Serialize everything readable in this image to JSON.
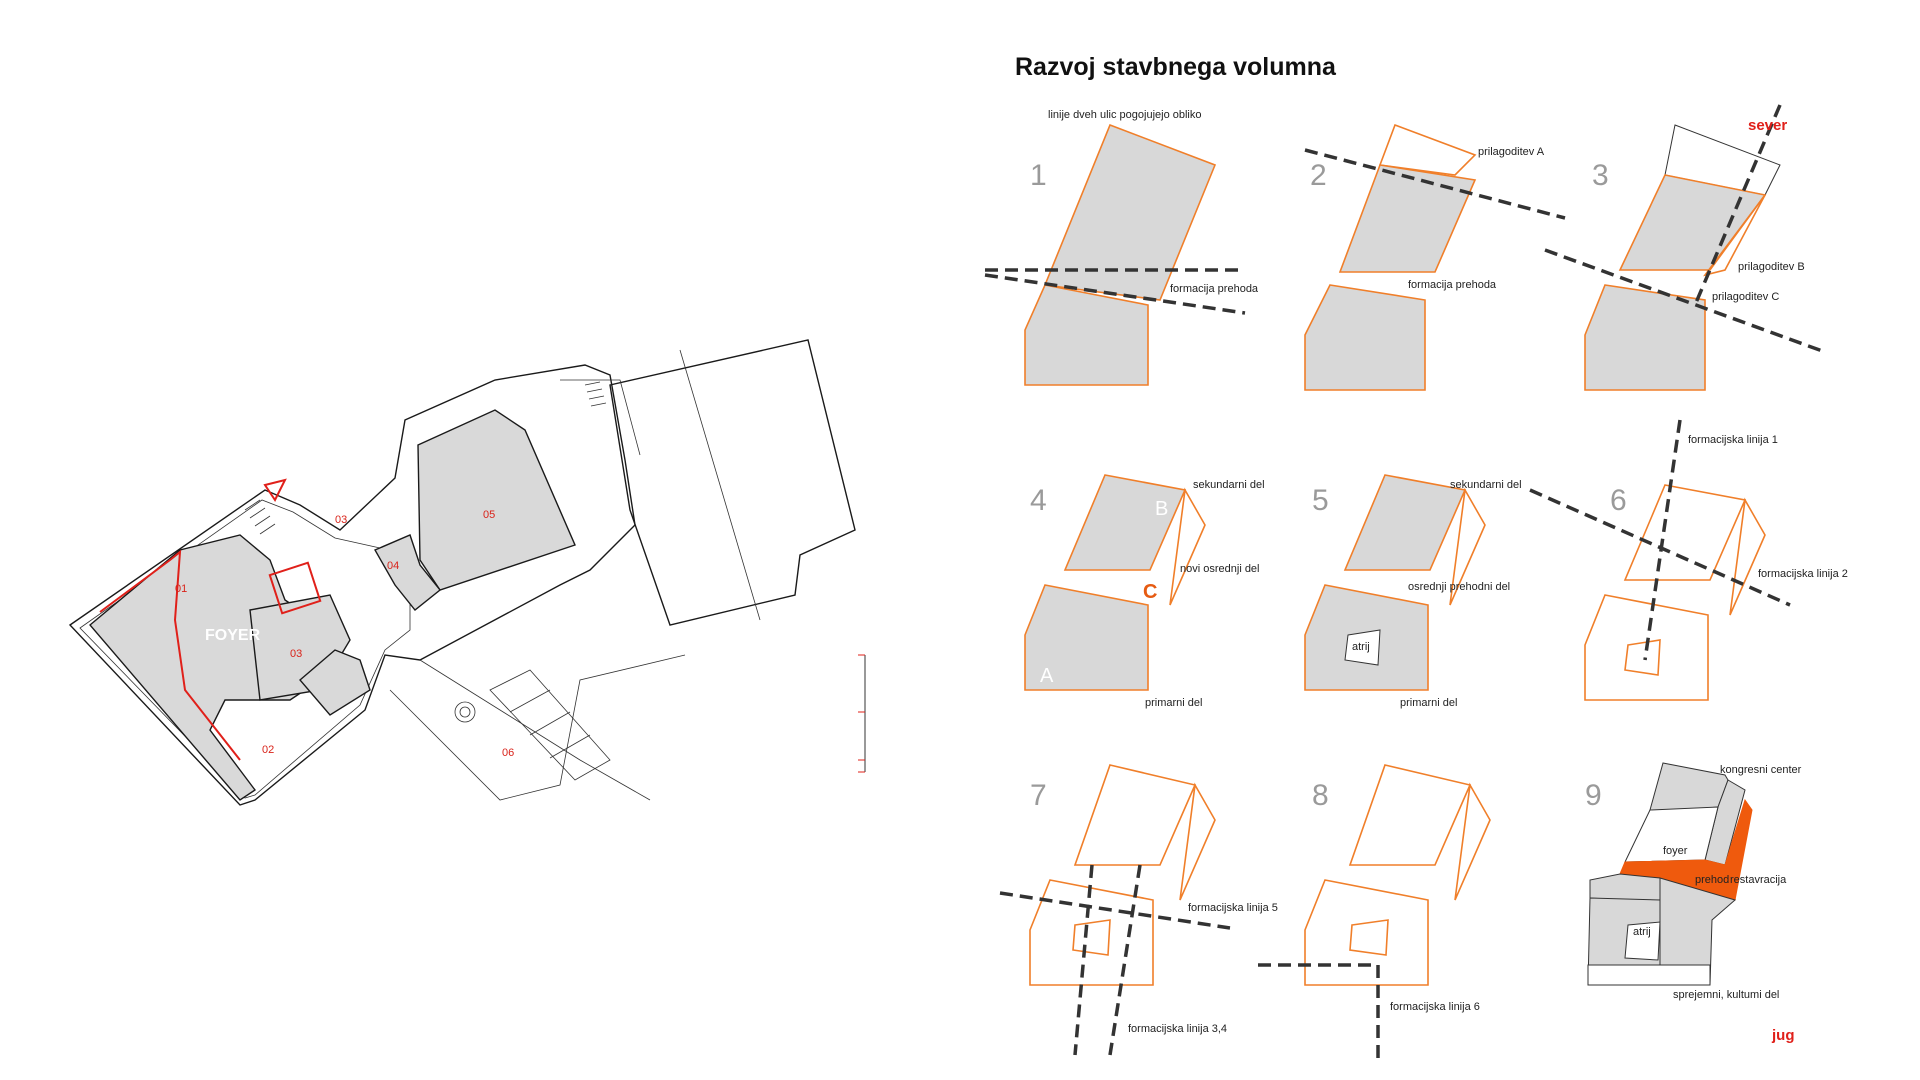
{
  "title": "Razvoj stavbnega volumna",
  "plan": {
    "foyer_label": "FOYER",
    "rooms": [
      "01",
      "02",
      "03",
      "03",
      "04",
      "05",
      "06"
    ]
  },
  "steps": [
    {
      "num": "1",
      "labels": [
        "linije dveh ulic pogojujejo obliko",
        "formacija prehoda"
      ]
    },
    {
      "num": "2",
      "labels": [
        "prilagoditev A",
        "formacija prehoda"
      ]
    },
    {
      "num": "3",
      "labels": [
        "prilagoditev B",
        "prilagoditev C"
      ],
      "direction": "sever"
    },
    {
      "num": "4",
      "labels": [
        "sekundarni del",
        "novi osrednji del",
        "primarni del"
      ],
      "markers": [
        "A",
        "B",
        "C"
      ]
    },
    {
      "num": "5",
      "labels": [
        "sekundarni del",
        "osrednji prehodni del",
        "primarni del",
        "atrij"
      ]
    },
    {
      "num": "6",
      "labels": [
        "formacijska linija 1",
        "formacijska linija 2"
      ]
    },
    {
      "num": "7",
      "labels": [
        "formacijska linija 5",
        "formacijska linija 3,4"
      ]
    },
    {
      "num": "8",
      "labels": [
        "formacijska linija 6"
      ]
    },
    {
      "num": "9",
      "labels": [
        "kongresni center",
        "foyer",
        "prehod",
        "restavracija",
        "atrij",
        "sprejemni, kultumi del"
      ],
      "direction": "jug"
    }
  ],
  "colors": {
    "accent_orange": "#ef5a0d",
    "outline_orange": "#f07f2a",
    "volume_gray": "#d8d8d8",
    "red": "#e0201a"
  }
}
